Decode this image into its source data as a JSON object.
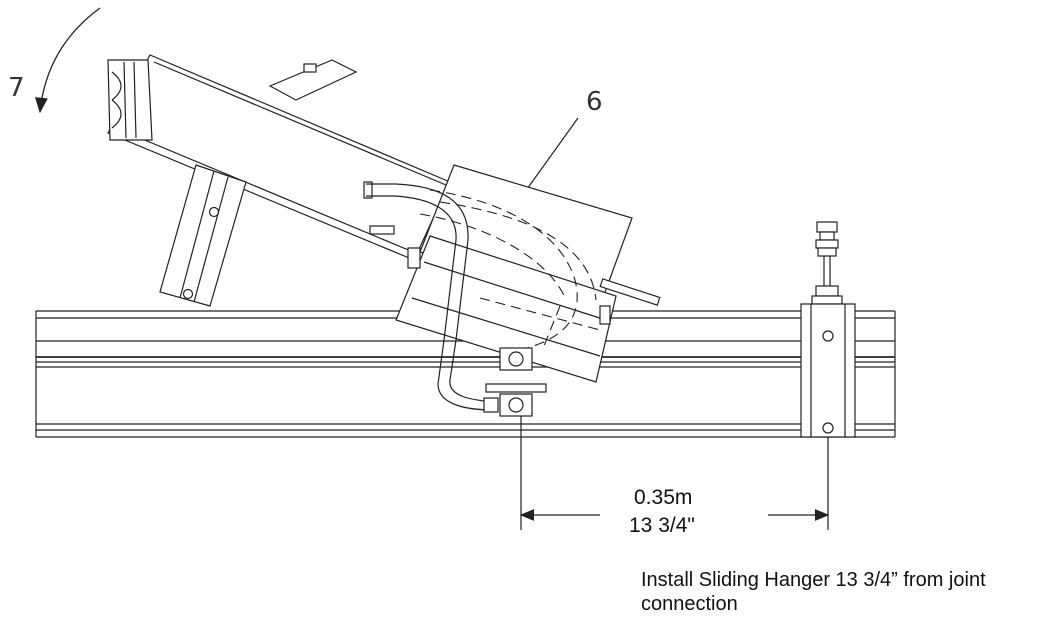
{
  "callouts": {
    "step_number": "7",
    "part_number": "6"
  },
  "dimension": {
    "metric": "0.35m",
    "imperial": "13 3/4\""
  },
  "instruction": {
    "text": "Install Sliding Hanger 13 3/4” from joint connection"
  },
  "colors": {
    "line": "#222222",
    "background": "#ffffff"
  }
}
